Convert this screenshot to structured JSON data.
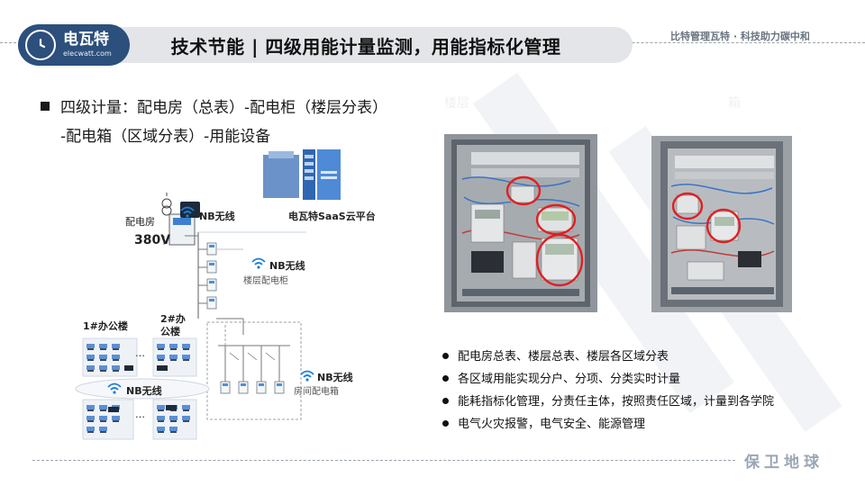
{
  "header": {
    "logo_main": "电瓦特",
    "logo_sub": "elecwatt.com",
    "title": "技术节能 | 四级用能计量监测，用能指标化管理",
    "slogan": "比特管理瓦特 · 科技助力碳中和"
  },
  "main": {
    "headline_line1": "四级计量：配电房（总表）-配电柜（楼层分表）",
    "headline_line2": "-配电箱（区域分表）-用能设备",
    "faded_left": "楼层",
    "faded_right": "箱"
  },
  "diagram": {
    "cloud_label": "电瓦特SaaS云平台",
    "room_label": "配电房",
    "voltage": "380V",
    "nb_wireless_1": "NB无线",
    "nb_wireless_2": "NB无线",
    "nb_wireless_3": "NB无线",
    "nb_wireless_4": "NB无线",
    "floor_cabinet_label": "楼层配电柜",
    "room_box_label": "房间配电箱",
    "building_1": "1#办公楼",
    "building_2_line1": "2#办",
    "building_2_line2": "公楼",
    "ellipsis": "…"
  },
  "bullets": [
    "配电房总表、楼层总表、楼层各区域分表",
    "各区域用能实现分户、分项、分类实时计量",
    "能耗指标化管理，分责任主体，按照责任区域，计量到各学院",
    "电气火灾报警，电气安全、能源管理"
  ],
  "footer": {
    "brand": "保卫地球"
  },
  "colors": {
    "brand_blue": "#2c4f7c",
    "title_pill": "#e3e5e9",
    "highlight_red": "#e02020",
    "panel_gray": "#8a8f95"
  }
}
